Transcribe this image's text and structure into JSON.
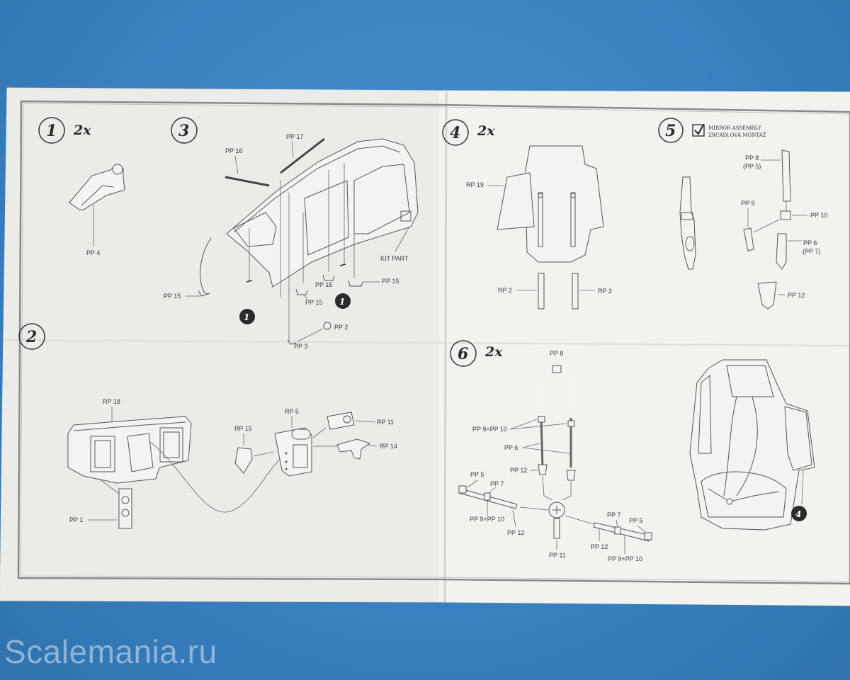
{
  "watermark": "Scalemania.ru",
  "steps": {
    "s1": {
      "num": "1",
      "mult": "2x"
    },
    "s2": {
      "num": "2"
    },
    "s3": {
      "num": "3"
    },
    "s4": {
      "num": "4",
      "mult": "2x"
    },
    "s5": {
      "num": "5",
      "note_line1": "MIRROR ASSEMBLY",
      "note_line2": "ZRCADLOVÁ MONTÁŽ"
    },
    "s6": {
      "num": "6",
      "mult": "2x"
    }
  },
  "refs": {
    "r1a": "1",
    "r1b": "1",
    "r4": "4"
  },
  "labels": {
    "pp4": "PP 4",
    "pp17": "PP 17",
    "pp16": "PP 16",
    "kit_part": "KIT PART",
    "pp15_a": "PP 15",
    "pp15_b": "PP 15",
    "pp15_c": "PP 15",
    "pp15_d": "PP 15",
    "pp2": "PP 2",
    "pp3": "PP 3",
    "rp18": "RP 18",
    "rp5": "RP 5",
    "rp11": "RP 11",
    "rp15": "RP 15",
    "rp14": "RP 14",
    "pp1": "PP 1",
    "rp19": "RP 19",
    "rp2_l": "RP 2",
    "rp2_r": "RP 2",
    "s5_pp8": "PP 8",
    "s5_pp5": "(PP 5)",
    "s5_pp9": "PP 9",
    "s5_pp10": "PP 10",
    "s5_pp6": "PP 6",
    "s5_pp7": "(PP 7)",
    "s5_pp12": "PP 12",
    "s6_pp8": "PP 8",
    "s6_pp9pp10": "PP 9+PP 10",
    "s6_pp6": "PP 6",
    "s6_pp12": "PP 12",
    "s6_pp5_l": "PP 5",
    "s6_pp7_l": "PP 7",
    "s6_pp9pp10_l": "PP 9+PP 10",
    "s6_pp12_l": "PP 12",
    "s6_pp11": "PP 11",
    "s6_pp7_r": "PP 7",
    "s6_pp5_r": "PP 5",
    "s6_pp12_r": "PP 12",
    "s6_pp9pp10_r": "PP 9+PP 10"
  }
}
